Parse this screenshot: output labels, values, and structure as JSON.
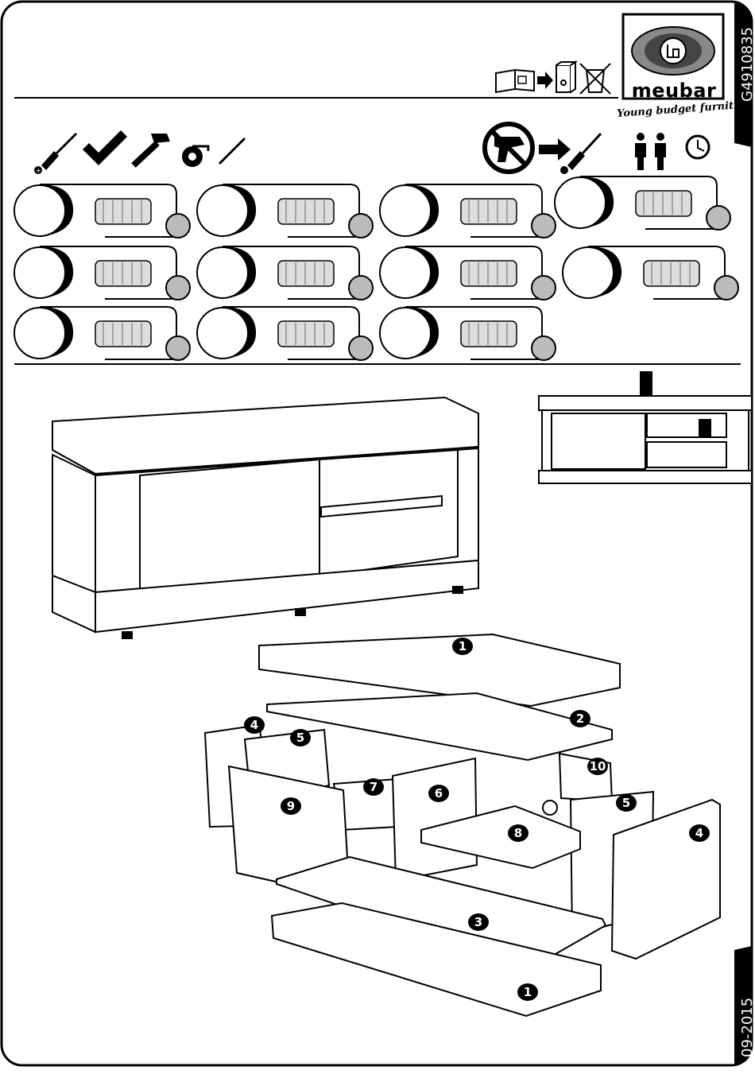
{
  "document": {
    "article_code": "G4910835",
    "date": "09-2015",
    "brand": {
      "name": "meubar",
      "tagline": "Young budget furniture"
    }
  },
  "header_icons": [
    "book-icon",
    "arrow-right-icon",
    "binder-icon",
    "no-trash-icon"
  ],
  "tools": [
    "phillips-screwdriver-icon",
    "square-ruler-icon",
    "hammer-icon",
    "tape-measure-icon",
    "pencil-icon"
  ],
  "notices": [
    "no-power-drill-icon",
    "arrow-right-icon",
    "screwdriver-icon",
    "two-persons-icon",
    "clock-icon"
  ],
  "hardware": [
    {
      "icon": "wooden-dowel-icon"
    },
    {
      "icon": "cam-bolt-icon"
    },
    {
      "icon": "cam-lock-icon"
    },
    {
      "icon": "hinge-icon"
    },
    {
      "icon": "mounting-plate-icon"
    },
    {
      "icon": "shelf-support-icon"
    },
    {
      "icon": "corner-bracket-icon"
    },
    {
      "icon": "nail-icon"
    },
    {
      "icon": "furniture-glide-icon"
    },
    {
      "icon": "wood-screw-icon"
    },
    {
      "icon": "led-light-icon"
    }
  ],
  "parts": [
    {
      "label": "1"
    },
    {
      "label": "2"
    },
    {
      "label": "4"
    },
    {
      "label": "5"
    },
    {
      "label": "10"
    },
    {
      "label": "7"
    },
    {
      "label": "6"
    },
    {
      "label": "9"
    },
    {
      "label": "5"
    },
    {
      "label": "8"
    },
    {
      "label": "4"
    },
    {
      "label": "3"
    },
    {
      "label": "1"
    }
  ]
}
